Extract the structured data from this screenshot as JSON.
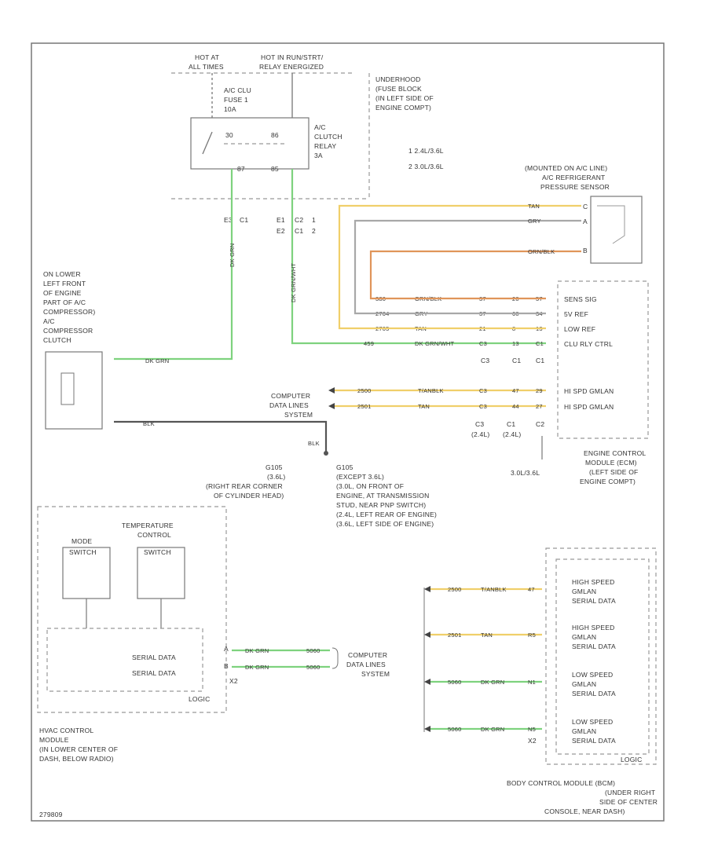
{
  "colors": {
    "green": "#7ed27e",
    "yellow": "#f0cf6a",
    "orange": "#e0955a",
    "gray": "#a8a8a8",
    "black": "#555555",
    "frame": "#777777"
  },
  "power": {
    "hot_all_times": [
      "HOT AT",
      "ALL TIMES"
    ],
    "hot_run": [
      "HOT IN RUN/STRT/",
      "RELAY ENERGIZED"
    ]
  },
  "fuse": [
    "A/C CLU",
    "FUSE 1",
    "10A"
  ],
  "relay": {
    "label": [
      "A/C",
      "CLUTCH",
      "RELAY",
      "3A"
    ],
    "pins": {
      "p30": "30",
      "p86": "86",
      "p87": "87",
      "p85": "85"
    }
  },
  "underhood": [
    "UNDERHOOD",
    "(FUSE BLOCK",
    "(IN LEFT SIDE OF",
    "ENGINE COMPT)"
  ],
  "legend": [
    "1  2.4L/3.6L",
    "2  3.0L/3.6L"
  ],
  "sensor": {
    "label": [
      "(MOUNTED ON A/C LINE)",
      "A/C REFRIGERANT",
      "PRESSURE SENSOR"
    ],
    "wires": [
      "TAN",
      "GRY",
      "ORN/BLK"
    ],
    "pins": [
      "C",
      "A",
      "B"
    ]
  },
  "connectors": {
    "left": [
      "E3",
      "C1"
    ],
    "right_top": [
      "E1",
      "C2",
      "1"
    ],
    "right_bot": [
      "E2",
      "C1",
      "2"
    ]
  },
  "wire_labels": {
    "relay_out": "DK GRN",
    "relay_in": "DK GRN/WHT",
    "clutch": "DK GRN",
    "ground": "BLK"
  },
  "compressor": [
    "ON LOWER",
    "LEFT FRONT",
    "OF ENGINE",
    "PART OF A/C",
    "COMPRESSOR)",
    "A/C",
    "COMPRESSOR",
    "CLUTCH"
  ],
  "ecm_rows": [
    {
      "circ": "380",
      "color": "ORN/BLK",
      "a": "37",
      "b": "20",
      "c": "57",
      "fn": "SENS SIG"
    },
    {
      "circ": "2704",
      "color": "GRY",
      "a": "37",
      "b": "60",
      "c": "34",
      "fn": "5V REF"
    },
    {
      "circ": "2705",
      "color": "TAN",
      "a": "21",
      "b": "8",
      "c": "13",
      "fn": "LOW REF"
    },
    {
      "circ": "459",
      "color": "DK GRN/WHT",
      "a": "C3",
      "b": "13",
      "c": "C1",
      "fn": "CLU RLY CTRL"
    }
  ],
  "ecm_conn": [
    "C3",
    "C1",
    "C1"
  ],
  "data_rows": [
    {
      "circ": "2500",
      "color": "T/ANBLK",
      "a": "C3",
      "b": "47",
      "c": "29",
      "fn": "HI SPD GMLAN"
    },
    {
      "circ": "2501",
      "color": "TAN",
      "a": "C3",
      "b": "44",
      "c": "27",
      "fn": "HI SPD GMLAN"
    }
  ],
  "data_conn": [
    "C3",
    "C1",
    "C2"
  ],
  "data_conn_sub": [
    "(2.4L)",
    "(2.4L)"
  ],
  "computer_data": [
    "COMPUTER",
    "DATA LINES",
    "SYSTEM"
  ],
  "ecm_label": [
    "ENGINE CONTROL",
    "MODULE (ECM)",
    "(LEFT SIDE OF",
    "ENGINE COMPT)"
  ],
  "ecm_note": "3.0L/3.6L",
  "ground": {
    "name": "G105",
    "engine": "(3.6L)",
    "loc1": [
      "G105",
      "(3.6L)",
      "(RIGHT REAR CORNER",
      "OF CYLINDER HEAD)"
    ],
    "loc2": [
      "G105",
      "(EXCEPT 3.6L)",
      "(3.0L, ON FRONT OF",
      "ENGINE, AT TRANSMISSION",
      "STUD, NEAR PNP SWITCH)",
      "(2.4L, LEFT REAR OF ENGINE)",
      "(3.6L, LEFT SIDE OF ENGINE)"
    ]
  },
  "hvac": {
    "mode": [
      "MODE",
      "SWITCH"
    ],
    "temp": [
      "TEMPERATURE",
      "CONTROL",
      "SWITCH"
    ],
    "serial1": "SERIAL DATA",
    "serial2": "SERIAL DATA",
    "logic": "LOGIC",
    "label": [
      "HVAC CONTROL",
      "MODULE",
      "(IN LOWER CENTER OF",
      "DASH, BELOW RADIO)"
    ],
    "wire_circ": [
      "5060",
      "5060"
    ],
    "wire_color": [
      "DK GRN",
      "DK GRN"
    ],
    "pins": [
      "A",
      "B"
    ],
    "conn": "X2"
  },
  "bcm_rows": [
    {
      "circ": "2500",
      "color": "T/ANBLK",
      "pin": "47",
      "fn": [
        "HIGH SPEED",
        "GMLAN",
        "SERIAL DATA"
      ]
    },
    {
      "circ": "2501",
      "color": "TAN",
      "pin": "R5",
      "fn": [
        "HIGH SPEED",
        "GMLAN",
        "SERIAL DATA"
      ]
    },
    {
      "circ": "5060",
      "color": "DK GRN",
      "pin": "N1",
      "fn": [
        "LOW SPEED",
        "GMLAN",
        "SERIAL DATA"
      ]
    },
    {
      "circ": "5060",
      "color": "DK GRN",
      "pin": "N5",
      "fn": [
        "LOW SPEED",
        "GMLAN",
        "SERIAL DATA"
      ]
    }
  ],
  "bcm_conn": "X2",
  "bcm_logic": "LOGIC",
  "bcm_label": [
    "BODY CONTROL MODULE (BCM)",
    "(UNDER RIGHT",
    "SIDE OF CENTER",
    "CONSOLE, NEAR DASH)"
  ],
  "footer_code": "279809"
}
